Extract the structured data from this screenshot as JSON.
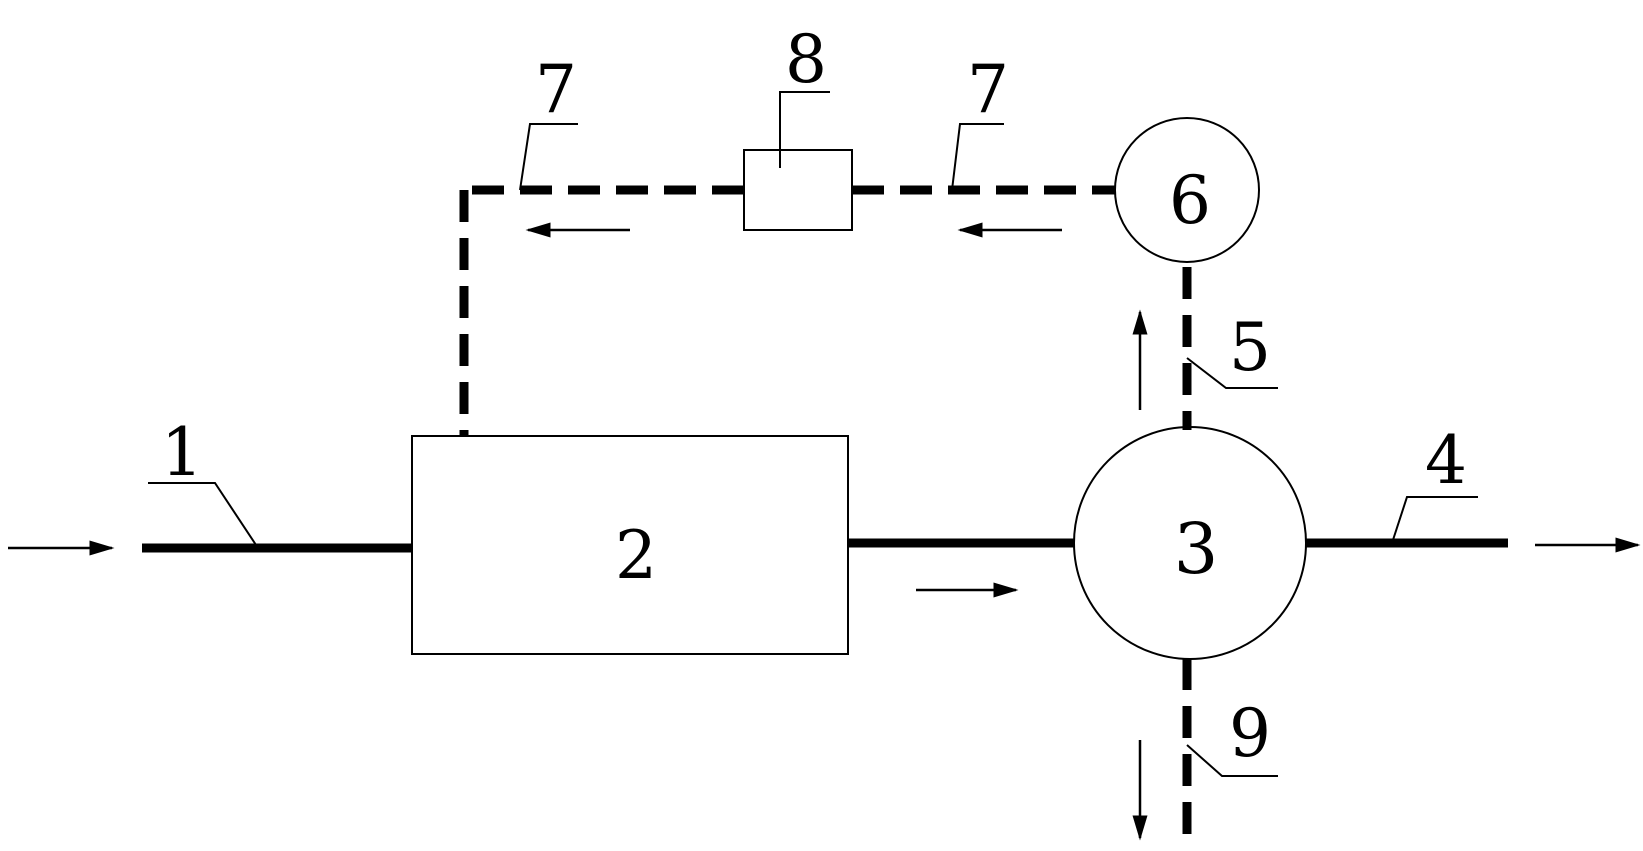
{
  "diagram": {
    "components": {
      "box_2": {
        "label": "2"
      },
      "box_8": {
        "label": "8"
      },
      "circle_3": {
        "label": "3"
      },
      "circle_6": {
        "label": "6"
      }
    },
    "lines": {
      "line_1": {
        "label": "1",
        "style": "solid"
      },
      "line_4": {
        "label": "4",
        "style": "solid"
      },
      "line_5": {
        "label": "5",
        "style": "dashed"
      },
      "line_7_left": {
        "label": "7",
        "style": "dashed"
      },
      "line_7_right": {
        "label": "7",
        "style": "dashed"
      },
      "line_9": {
        "label": "9",
        "style": "dashed"
      }
    },
    "colors": {
      "stroke": "#000000",
      "background": "#ffffff"
    }
  }
}
